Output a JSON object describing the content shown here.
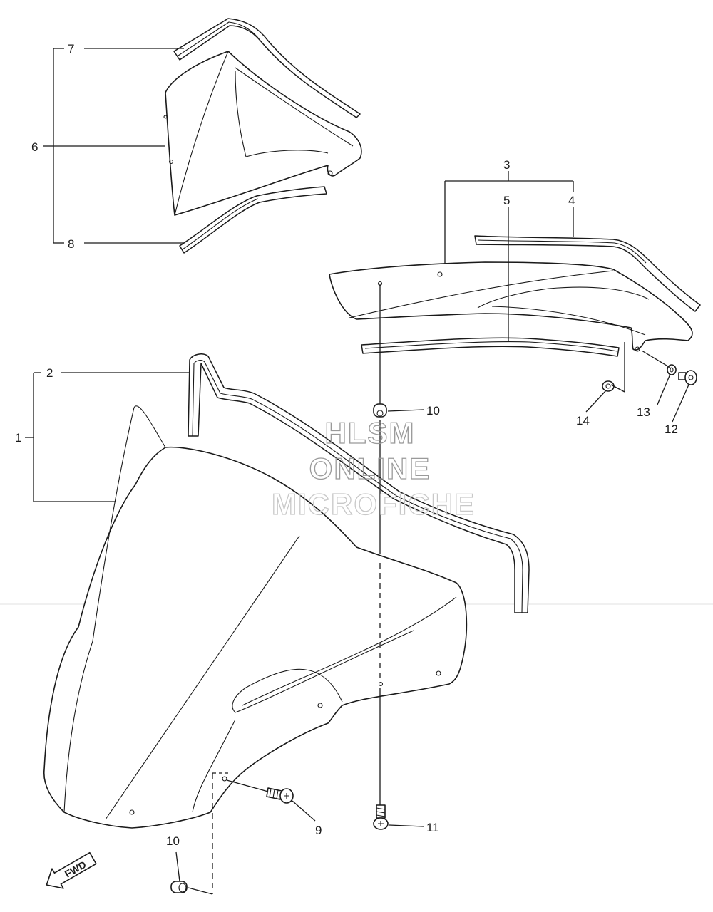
{
  "callouts": [
    "1",
    "2",
    "3",
    "4",
    "5",
    "6",
    "7",
    "8",
    "9",
    "10",
    "10",
    "11",
    "12",
    "13",
    "14"
  ],
  "watermark": {
    "line1": "HLSM",
    "line2": "ONLINE",
    "line3": "MICROFICHE"
  },
  "fwd_label": "FWD",
  "colors": {
    "ink": "#1a1a1a",
    "watermark": "#9a9a9a",
    "background": "#ffffff"
  }
}
